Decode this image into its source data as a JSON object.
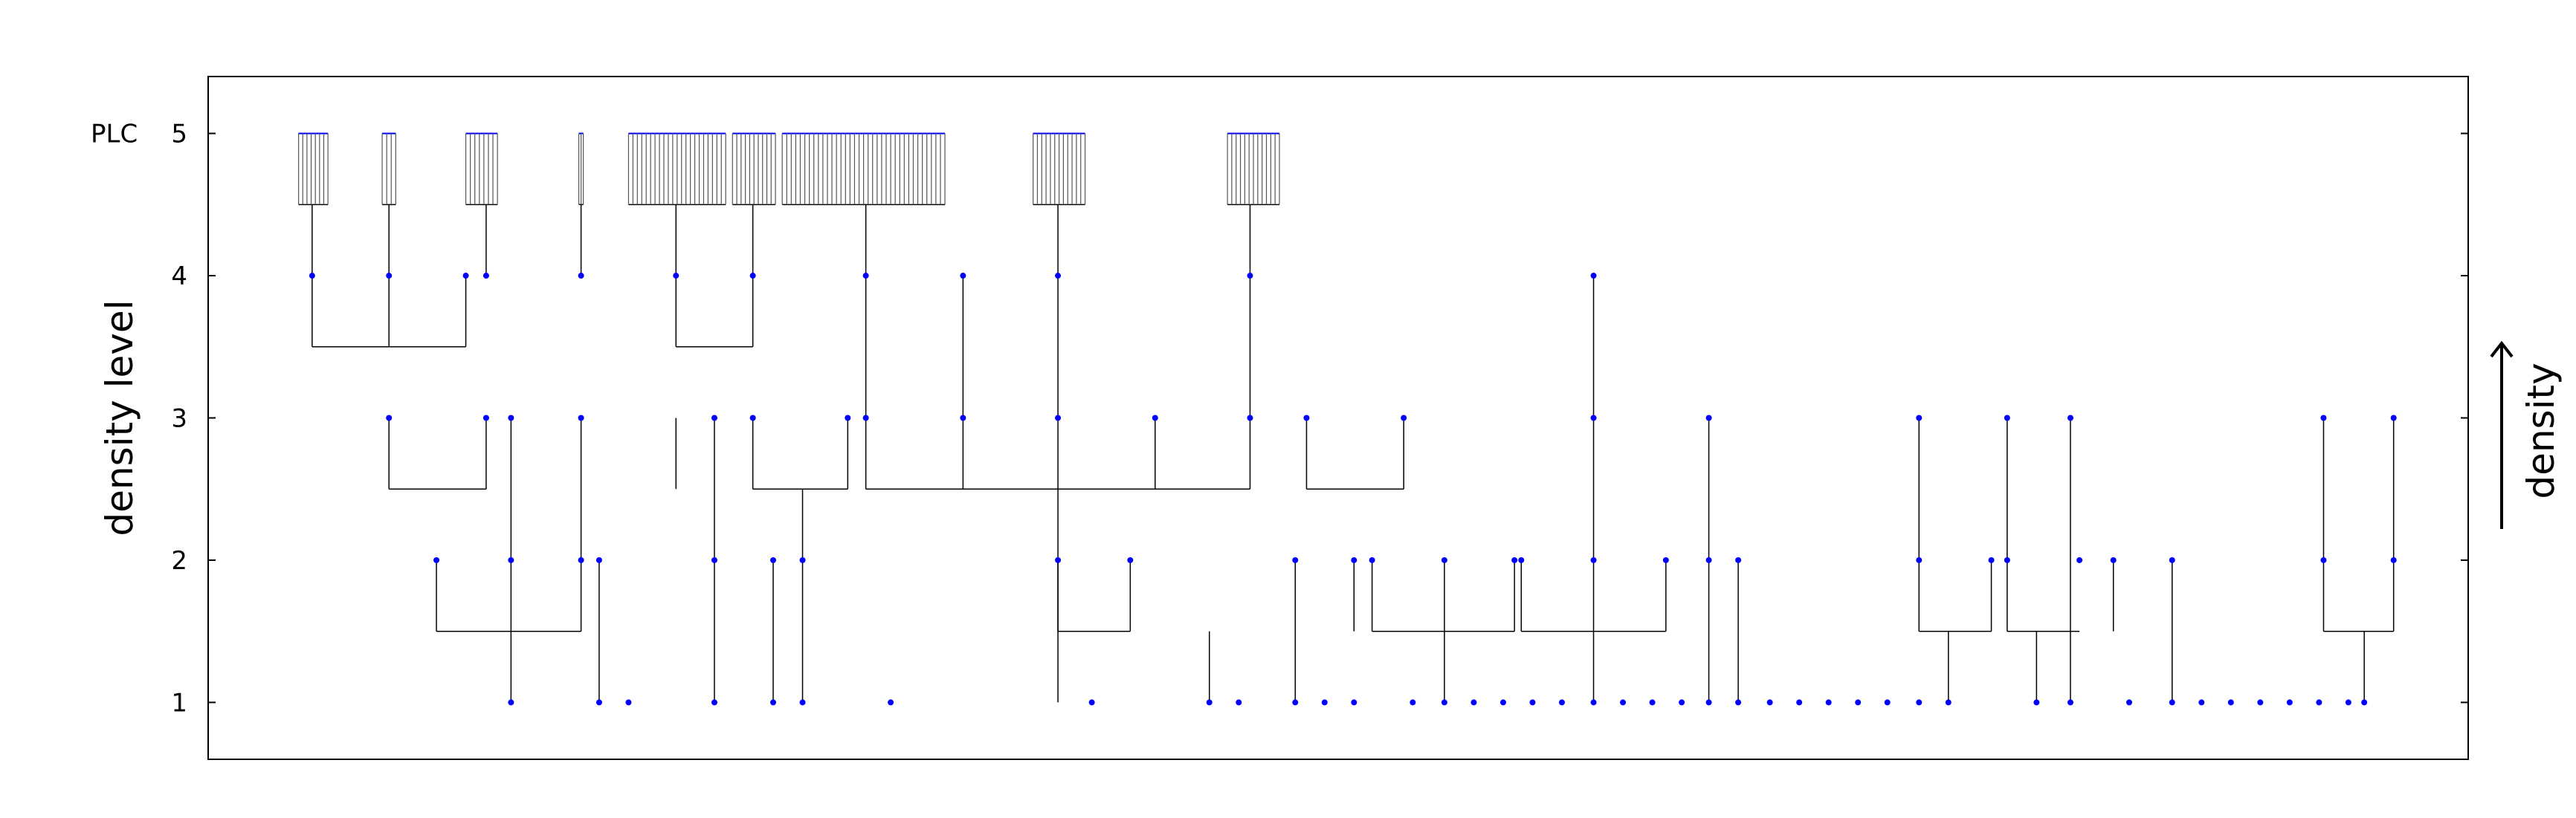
{
  "chart_data": {
    "type": "scatter",
    "ylabel": "density level",
    "extra_ylabel": "PLC",
    "right_label": "density",
    "ylim": [
      0.6,
      5.4
    ],
    "xlim": [
      0,
      100
    ],
    "yticks": [
      "1",
      "2",
      "3",
      "4",
      "5"
    ],
    "grid": false,
    "colors": {
      "point": "#0000ff",
      "line": "#000000"
    },
    "points": [
      {
        "x": 4.6,
        "y": 4
      },
      {
        "x": 8.0,
        "y": 4
      },
      {
        "x": 11.4,
        "y": 4
      },
      {
        "x": 12.3,
        "y": 4
      },
      {
        "x": 16.5,
        "y": 4
      },
      {
        "x": 20.7,
        "y": 4
      },
      {
        "x": 24.1,
        "y": 4
      },
      {
        "x": 29.1,
        "y": 4
      },
      {
        "x": 33.4,
        "y": 4
      },
      {
        "x": 37.6,
        "y": 4
      },
      {
        "x": 46.1,
        "y": 4
      },
      {
        "x": 61.3,
        "y": 4
      },
      {
        "x": 8.0,
        "y": 3
      },
      {
        "x": 12.3,
        "y": 3
      },
      {
        "x": 13.4,
        "y": 3
      },
      {
        "x": 16.5,
        "y": 3
      },
      {
        "x": 22.4,
        "y": 3
      },
      {
        "x": 24.1,
        "y": 3
      },
      {
        "x": 28.3,
        "y": 3
      },
      {
        "x": 29.1,
        "y": 3
      },
      {
        "x": 33.4,
        "y": 3
      },
      {
        "x": 37.6,
        "y": 3
      },
      {
        "x": 41.9,
        "y": 3
      },
      {
        "x": 46.1,
        "y": 3
      },
      {
        "x": 48.6,
        "y": 3
      },
      {
        "x": 52.9,
        "y": 3
      },
      {
        "x": 61.3,
        "y": 3
      },
      {
        "x": 66.4,
        "y": 3
      },
      {
        "x": 75.7,
        "y": 3
      },
      {
        "x": 79.6,
        "y": 3
      },
      {
        "x": 82.4,
        "y": 3
      },
      {
        "x": 93.6,
        "y": 3
      },
      {
        "x": 96.7,
        "y": 3
      },
      {
        "x": 10.1,
        "y": 2
      },
      {
        "x": 13.4,
        "y": 2
      },
      {
        "x": 16.5,
        "y": 2
      },
      {
        "x": 17.3,
        "y": 2
      },
      {
        "x": 22.4,
        "y": 2
      },
      {
        "x": 25.0,
        "y": 2
      },
      {
        "x": 26.3,
        "y": 2
      },
      {
        "x": 37.6,
        "y": 2
      },
      {
        "x": 40.8,
        "y": 2
      },
      {
        "x": 48.1,
        "y": 2
      },
      {
        "x": 50.7,
        "y": 2
      },
      {
        "x": 51.5,
        "y": 2
      },
      {
        "x": 54.7,
        "y": 2
      },
      {
        "x": 57.8,
        "y": 2
      },
      {
        "x": 58.1,
        "y": 2
      },
      {
        "x": 61.3,
        "y": 2
      },
      {
        "x": 64.5,
        "y": 2
      },
      {
        "x": 66.4,
        "y": 2
      },
      {
        "x": 67.7,
        "y": 2
      },
      {
        "x": 75.7,
        "y": 2
      },
      {
        "x": 78.9,
        "y": 2
      },
      {
        "x": 79.6,
        "y": 2
      },
      {
        "x": 82.8,
        "y": 2
      },
      {
        "x": 84.3,
        "y": 2
      },
      {
        "x": 86.9,
        "y": 2
      },
      {
        "x": 93.6,
        "y": 2
      },
      {
        "x": 96.7,
        "y": 2
      },
      {
        "x": 13.4,
        "y": 1
      },
      {
        "x": 17.3,
        "y": 1
      },
      {
        "x": 18.6,
        "y": 1
      },
      {
        "x": 22.4,
        "y": 1
      },
      {
        "x": 25.0,
        "y": 1
      },
      {
        "x": 26.3,
        "y": 1
      },
      {
        "x": 30.2,
        "y": 1
      },
      {
        "x": 39.1,
        "y": 1
      },
      {
        "x": 44.3,
        "y": 1
      },
      {
        "x": 45.6,
        "y": 1
      },
      {
        "x": 48.1,
        "y": 1
      },
      {
        "x": 49.4,
        "y": 1
      },
      {
        "x": 50.7,
        "y": 1
      },
      {
        "x": 53.3,
        "y": 1
      },
      {
        "x": 54.7,
        "y": 1
      },
      {
        "x": 56.0,
        "y": 1
      },
      {
        "x": 57.3,
        "y": 1
      },
      {
        "x": 58.6,
        "y": 1
      },
      {
        "x": 59.9,
        "y": 1
      },
      {
        "x": 61.3,
        "y": 1
      },
      {
        "x": 62.6,
        "y": 1
      },
      {
        "x": 63.9,
        "y": 1
      },
      {
        "x": 65.2,
        "y": 1
      },
      {
        "x": 66.4,
        "y": 1
      },
      {
        "x": 67.7,
        "y": 1
      },
      {
        "x": 69.1,
        "y": 1
      },
      {
        "x": 70.4,
        "y": 1
      },
      {
        "x": 71.7,
        "y": 1
      },
      {
        "x": 73.0,
        "y": 1
      },
      {
        "x": 74.3,
        "y": 1
      },
      {
        "x": 75.7,
        "y": 1
      },
      {
        "x": 77.0,
        "y": 1
      },
      {
        "x": 80.9,
        "y": 1
      },
      {
        "x": 82.4,
        "y": 1
      },
      {
        "x": 85.0,
        "y": 1
      },
      {
        "x": 86.9,
        "y": 1
      },
      {
        "x": 88.2,
        "y": 1
      },
      {
        "x": 89.5,
        "y": 1
      },
      {
        "x": 90.8,
        "y": 1
      },
      {
        "x": 92.1,
        "y": 1
      },
      {
        "x": 93.4,
        "y": 1
      },
      {
        "x": 94.7,
        "y": 1
      },
      {
        "x": 95.4,
        "y": 1
      }
    ],
    "leaf_clusters": [
      {
        "x1": 4.0,
        "x2": 5.3,
        "stem_x": 4.6
      },
      {
        "x1": 7.7,
        "x2": 8.3,
        "stem_x": 8.0
      },
      {
        "x1": 11.4,
        "x2": 12.8,
        "stem_x": 12.3
      },
      {
        "x1": 16.4,
        "x2": 16.6,
        "stem_x": 16.5
      },
      {
        "x1": 18.6,
        "x2": 22.9,
        "stem_x": 20.7
      },
      {
        "x1": 23.2,
        "x2": 25.1,
        "stem_x": 24.1
      },
      {
        "x1": 25.4,
        "x2": 32.6,
        "stem_x": 29.1
      },
      {
        "x1": 36.5,
        "x2": 38.8,
        "stem_x": 37.6
      },
      {
        "x1": 45.1,
        "x2": 47.4,
        "stem_x": 46.1
      }
    ],
    "stems": [
      {
        "x": 4.6,
        "y1": 3.5,
        "y2": 4
      },
      {
        "x": 8.0,
        "y1": 3.5,
        "y2": 4
      },
      {
        "x": 11.4,
        "y1": 3.5,
        "y2": 4
      },
      {
        "x": 20.7,
        "y1": 3.5,
        "y2": 4
      },
      {
        "x": 24.1,
        "y1": 3.5,
        "y2": 4
      },
      {
        "x": 29.1,
        "y1": 2.5,
        "y2": 4
      },
      {
        "x": 33.4,
        "y1": 2.5,
        "y2": 4
      },
      {
        "x": 37.6,
        "y1": 1.5,
        "y2": 4
      },
      {
        "x": 46.1,
        "y1": 2.5,
        "y2": 4
      },
      {
        "x": 61.3,
        "y1": 1,
        "y2": 4
      },
      {
        "x": 8.0,
        "y1": 2.5,
        "y2": 3
      },
      {
        "x": 12.3,
        "y1": 2.5,
        "y2": 3
      },
      {
        "x": 16.5,
        "y1": 1.5,
        "y2": 3
      },
      {
        "x": 22.4,
        "y1": 1,
        "y2": 3
      },
      {
        "x": 24.1,
        "y1": 2.5,
        "y2": 3
      },
      {
        "x": 28.3,
        "y1": 2.5,
        "y2": 3
      },
      {
        "x": 41.9,
        "y1": 2.5,
        "y2": 3
      },
      {
        "x": 48.6,
        "y1": 2.5,
        "y2": 3
      },
      {
        "x": 52.9,
        "y1": 2.5,
        "y2": 3
      },
      {
        "x": 66.4,
        "y1": 1,
        "y2": 3
      },
      {
        "x": 75.7,
        "y1": 1.5,
        "y2": 3
      },
      {
        "x": 79.6,
        "y1": 1.5,
        "y2": 3
      },
      {
        "x": 82.4,
        "y1": 1,
        "y2": 3
      },
      {
        "x": 93.6,
        "y1": 1.5,
        "y2": 3
      },
      {
        "x": 96.7,
        "y1": 1.5,
        "y2": 3
      },
      {
        "x": 10.1,
        "y1": 1.5,
        "y2": 2
      },
      {
        "x": 13.4,
        "y1": 1,
        "y2": 3
      },
      {
        "x": 17.3,
        "y1": 1,
        "y2": 2
      },
      {
        "x": 25.0,
        "y1": 1,
        "y2": 2
      },
      {
        "x": 26.3,
        "y1": 1,
        "y2": 2.5
      },
      {
        "x": 40.8,
        "y1": 1.5,
        "y2": 2
      },
      {
        "x": 48.1,
        "y1": 1,
        "y2": 2
      },
      {
        "x": 50.7,
        "y1": 1.5,
        "y2": 2
      },
      {
        "x": 51.5,
        "y1": 1.5,
        "y2": 2
      },
      {
        "x": 54.7,
        "y1": 1,
        "y2": 2
      },
      {
        "x": 57.8,
        "y1": 1.5,
        "y2": 2
      },
      {
        "x": 58.1,
        "y1": 1.5,
        "y2": 2
      },
      {
        "x": 64.5,
        "y1": 1.5,
        "y2": 2
      },
      {
        "x": 67.7,
        "y1": 1,
        "y2": 2
      },
      {
        "x": 78.9,
        "y1": 1.5,
        "y2": 2
      },
      {
        "x": 84.3,
        "y1": 1.5,
        "y2": 2
      },
      {
        "x": 86.9,
        "y1": 1,
        "y2": 2
      },
      {
        "x": 77.0,
        "y1": 1,
        "y2": 1.5
      },
      {
        "x": 80.9,
        "y1": 1,
        "y2": 1.5
      },
      {
        "x": 44.3,
        "y1": 1,
        "y2": 1.5
      },
      {
        "x": 95.4,
        "y1": 1,
        "y2": 1.5
      },
      {
        "x": 37.6,
        "y1": 1,
        "y2": 2
      },
      {
        "x": 20.7,
        "y1": 2.5,
        "y2": 3
      }
    ],
    "connectors": [
      {
        "x1": 4.6,
        "x2": 11.4,
        "y": 3.5
      },
      {
        "x1": 20.7,
        "x2": 24.1,
        "y": 3.5
      },
      {
        "x1": 8.0,
        "x2": 12.3,
        "y": 2.5
      },
      {
        "x1": 24.1,
        "x2": 28.3,
        "y": 2.5
      },
      {
        "x1": 29.1,
        "x2": 46.1,
        "y": 2.5
      },
      {
        "x1": 48.6,
        "x2": 52.9,
        "y": 2.5
      },
      {
        "x1": 10.1,
        "x2": 16.5,
        "y": 1.5
      },
      {
        "x1": 37.6,
        "x2": 40.8,
        "y": 1.5
      },
      {
        "x1": 51.5,
        "x2": 57.8,
        "y": 1.5
      },
      {
        "x1": 58.1,
        "x2": 64.5,
        "y": 1.5
      },
      {
        "x1": 75.7,
        "x2": 78.9,
        "y": 1.5
      },
      {
        "x1": 79.6,
        "x2": 82.8,
        "y": 1.5
      },
      {
        "x1": 93.6,
        "x2": 96.7,
        "y": 1.5
      }
    ]
  }
}
